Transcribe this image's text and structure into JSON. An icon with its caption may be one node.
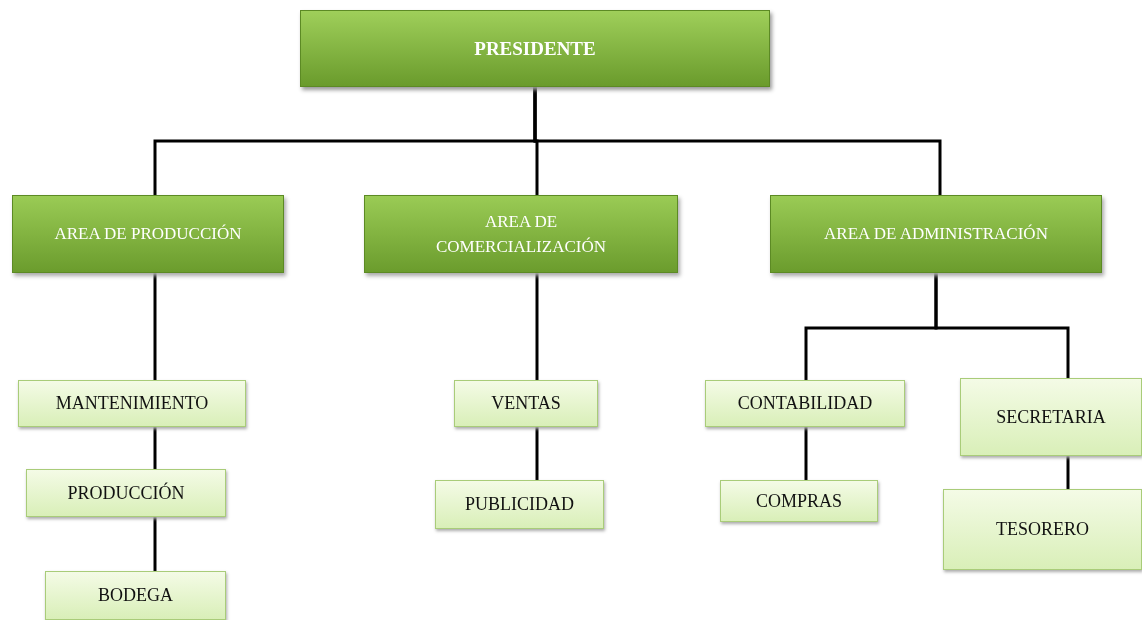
{
  "diagram": {
    "nodes": [
      {
        "text": [
          "PRESIDENTE"
        ]
      },
      {
        "text": [
          "AREA DE PRODUCCIÓN"
        ]
      },
      {
        "text": [
          "AREA DE COMERCIALIZACIÓN"
        ]
      },
      {
        "text": [
          "AREA DE ADMINISTRACIÓN"
        ]
      },
      {
        "text": [
          "MANTENIMIENTO"
        ]
      },
      {
        "text": [
          "PRODUCCIÓN"
        ]
      },
      {
        "text": [
          "BODEGA"
        ]
      },
      {
        "text": [
          "VENTAS"
        ]
      },
      {
        "text": [
          "PUBLICIDAD"
        ]
      },
      {
        "text": [
          "CONTABILIDAD"
        ]
      },
      {
        "text": [
          "COMPRAS"
        ]
      },
      {
        "text": [
          "SECRETARIA"
        ]
      },
      {
        "text": [
          "TESORERO"
        ]
      }
    ],
    "edges": [
      {
        "from": 0,
        "to": 1,
        "arrow": "none"
      },
      {
        "from": 0,
        "to": 2,
        "arrow": "none"
      },
      {
        "from": 0,
        "to": 3,
        "arrow": "none"
      },
      {
        "from": 1,
        "to": 4,
        "arrow": "none"
      },
      {
        "from": 4,
        "to": 5,
        "arrow": "none"
      },
      {
        "from": 5,
        "to": 6,
        "arrow": "none"
      },
      {
        "from": 2,
        "to": 7,
        "arrow": "none"
      },
      {
        "from": 7,
        "to": 8,
        "arrow": "none"
      },
      {
        "from": 3,
        "to": 9,
        "arrow": "none"
      },
      {
        "from": 3,
        "to": 11,
        "arrow": "none"
      },
      {
        "from": 9,
        "to": 10,
        "arrow": "none"
      },
      {
        "from": 11,
        "to": 12,
        "arrow": "none"
      }
    ]
  }
}
